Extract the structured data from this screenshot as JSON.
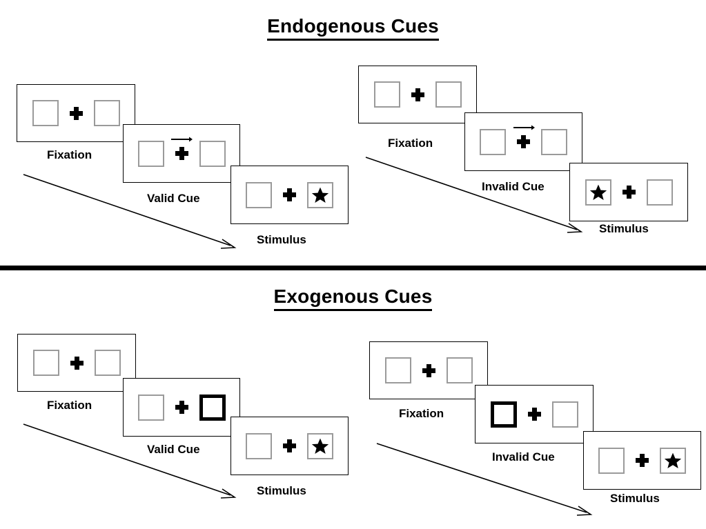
{
  "sections": [
    {
      "id": "endogenous",
      "title": "Endogenous Cues",
      "panels": [
        {
          "id": "endo-valid",
          "cue_label": "Valid Cue",
          "frames": [
            {
              "label": "Fixation",
              "left_box": "empty",
              "right_box": "empty",
              "cue": "none",
              "arrow": false
            },
            {
              "label": "Valid Cue",
              "left_box": "empty",
              "right_box": "empty",
              "cue": "arrow-right",
              "arrow": true
            },
            {
              "label": "Stimulus",
              "left_box": "empty",
              "right_box": "star",
              "cue": "none",
              "arrow": false
            }
          ]
        },
        {
          "id": "endo-invalid",
          "cue_label": "Invalid Cue",
          "frames": [
            {
              "label": "Fixation",
              "left_box": "empty",
              "right_box": "empty",
              "cue": "none",
              "arrow": false
            },
            {
              "label": "Invalid Cue",
              "left_box": "empty",
              "right_box": "empty",
              "cue": "arrow-right",
              "arrow": true
            },
            {
              "label": "Stimulus",
              "left_box": "star",
              "right_box": "empty",
              "cue": "none",
              "arrow": false
            }
          ]
        }
      ]
    },
    {
      "id": "exogenous",
      "title": "Exogenous Cues",
      "panels": [
        {
          "id": "exo-valid",
          "cue_label": "Valid Cue",
          "frames": [
            {
              "label": "Fixation",
              "left_box": "empty",
              "right_box": "empty",
              "cue": "none",
              "arrow": false
            },
            {
              "label": "Valid Cue",
              "left_box": "empty",
              "right_box": "cued",
              "cue": "none",
              "arrow": false
            },
            {
              "label": "Stimulus",
              "left_box": "empty",
              "right_box": "star",
              "cue": "none",
              "arrow": false
            }
          ]
        },
        {
          "id": "exo-invalid",
          "cue_label": "Invalid Cue",
          "frames": [
            {
              "label": "Fixation",
              "left_box": "empty",
              "right_box": "empty",
              "cue": "none",
              "arrow": false
            },
            {
              "label": "Invalid Cue",
              "left_box": "cued",
              "right_box": "empty",
              "cue": "none",
              "arrow": false
            },
            {
              "label": "Stimulus",
              "left_box": "empty",
              "right_box": "star",
              "cue": "none",
              "arrow": false
            }
          ]
        }
      ]
    }
  ],
  "labels": {
    "fixation": "Fixation",
    "valid_cue": "Valid Cue",
    "invalid_cue": "Invalid Cue",
    "stimulus": "Stimulus"
  },
  "colors": {
    "stroke": "#000000",
    "box_border": "#9a9a9a",
    "background": "#ffffff",
    "cued_border": "#000000"
  }
}
